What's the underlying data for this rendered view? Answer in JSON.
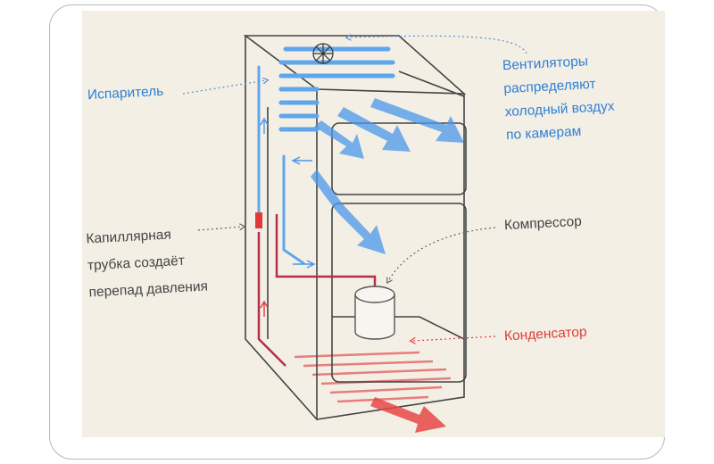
{
  "labels": {
    "evaporator": "Испаритель",
    "fans": [
      "Вентиляторы",
      "распределяют",
      "холодный воздух",
      "по камерам"
    ],
    "capillary": [
      "Капиллярная",
      "трубка создаёт",
      "перепад давления"
    ],
    "compressor": "Компрессор",
    "condenser": "Конденсатор"
  },
  "colors": {
    "cold": "#3b8fe0",
    "hot": "#e03b3b",
    "background": "#f3efe5"
  }
}
